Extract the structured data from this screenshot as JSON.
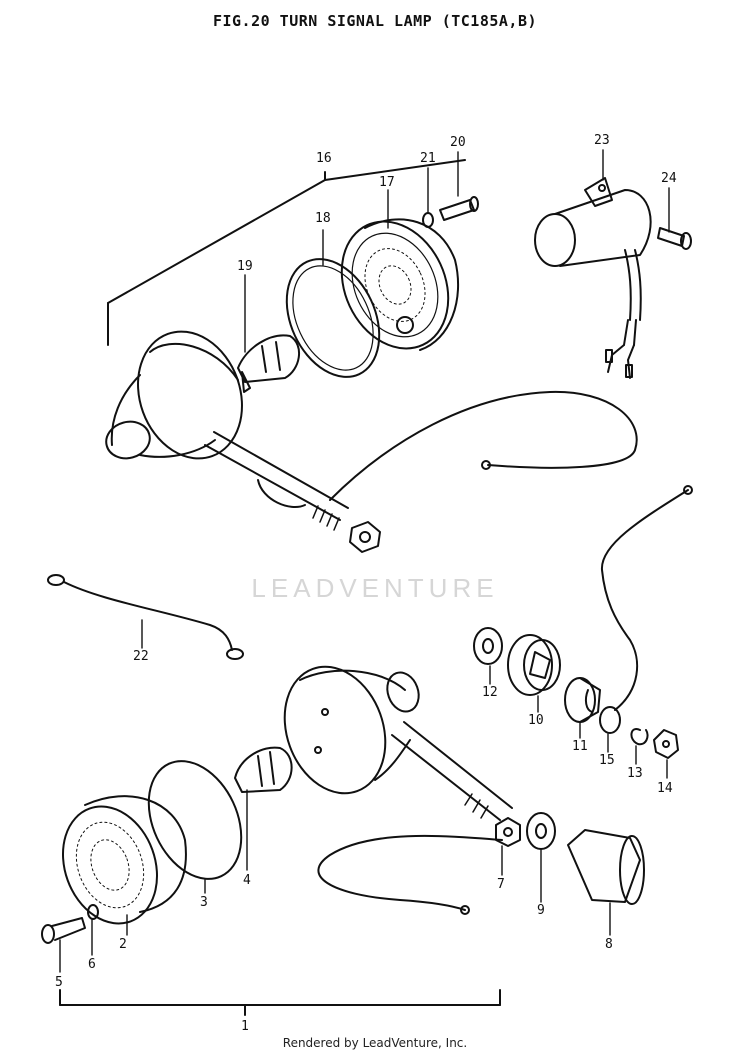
{
  "title": "FIG.20  TURN SIGNAL LAMP (TC185A,B)",
  "footer": "Rendered by LeadVenture, Inc.",
  "watermark": "LEADVENTURE",
  "labels": {
    "p1": "1",
    "p2": "2",
    "p3": "3",
    "p4": "4",
    "p5": "5",
    "p6": "6",
    "p7": "7",
    "p8": "8",
    "p9": "9",
    "p10": "10",
    "p11": "11",
    "p12": "12",
    "p13": "13",
    "p14": "14",
    "p15": "15",
    "p16": "16",
    "p17": "17",
    "p18": "18",
    "p19": "19",
    "p20": "20",
    "p21": "21",
    "p22": "22",
    "p23": "23",
    "p24": "24"
  }
}
